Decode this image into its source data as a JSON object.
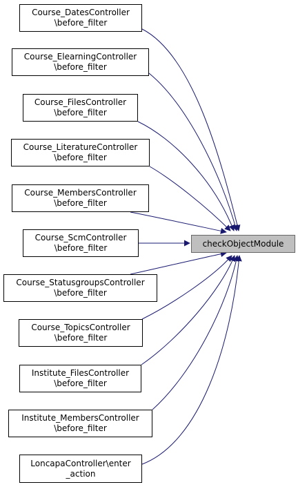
{
  "target": {
    "label": "checkObjectModule",
    "fill": "#bfbfbf"
  },
  "callers": [
    {
      "line1": "Course_DatesController",
      "line2": "\\before_filter"
    },
    {
      "line1": "Course_ElearningController",
      "line2": "\\before_filter"
    },
    {
      "line1": "Course_FilesController",
      "line2": "\\before_filter"
    },
    {
      "line1": "Course_LiteratureController",
      "line2": "\\before_filter"
    },
    {
      "line1": "Course_MembersController",
      "line2": "\\before_filter"
    },
    {
      "line1": "Course_ScmController",
      "line2": "\\before_filter"
    },
    {
      "line1": "Course_StatusgroupsController",
      "line2": "\\before_filter"
    },
    {
      "line1": "Course_TopicsController",
      "line2": "\\before_filter"
    },
    {
      "line1": "Institute_FilesController",
      "line2": "\\before_filter"
    },
    {
      "line1": "Institute_MembersController",
      "line2": "\\before_filter"
    },
    {
      "line1": "LoncapaController\\enter",
      "line2": "_action"
    }
  ],
  "colors": {
    "edge": "#191970",
    "border": "#000000",
    "target_border": "#666666"
  }
}
